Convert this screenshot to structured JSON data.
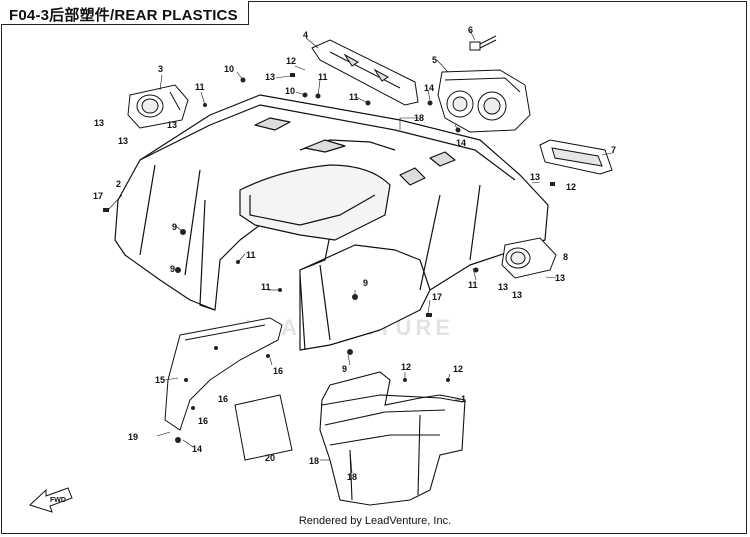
{
  "title": "F04-3后部塑件/REAR PLASTICS",
  "footer": "Rendered by LeadVenture, Inc.",
  "watermark": "LEADVENTURE",
  "fwd_label": "FWD",
  "callouts": [
    "1",
    "2",
    "3",
    "4",
    "5",
    "6",
    "7",
    "8",
    "9",
    "10",
    "11",
    "12",
    "13",
    "14",
    "15",
    "16",
    "17",
    "18",
    "19",
    "20"
  ]
}
